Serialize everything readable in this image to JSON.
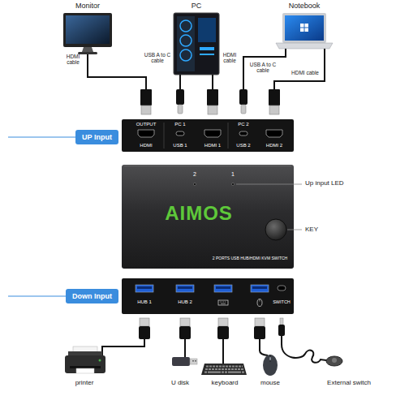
{
  "diagram": {
    "nodes": [
      {
        "text": [
          "UP Input"
        ]
      },
      {
        "text": [
          "OUTPUT",
          "HDMI",
          "PC 1",
          "USB 1",
          "HDMI 1",
          "PC 2",
          "USB 2",
          "HDMI 2"
        ]
      },
      {
        "text": [
          "2",
          "1",
          "AIMOS",
          "2 PORTS USB HUB/HDMI KVM SWITCH"
        ]
      },
      {
        "text": [
          "Down Input"
        ]
      },
      {
        "text": [
          "HUB 1",
          "HUB 2",
          "SWITCH"
        ]
      }
    ],
    "labels": [
      "Monitor",
      "PC",
      "Notebook",
      "HDMI cable",
      "USB A to C cable",
      "HDMI cable",
      "USB A to C cable",
      "HDMI cable",
      "Up input LED",
      "KEY",
      "printer",
      "U disk",
      "keyboard",
      "mouse",
      "External switch"
    ]
  }
}
